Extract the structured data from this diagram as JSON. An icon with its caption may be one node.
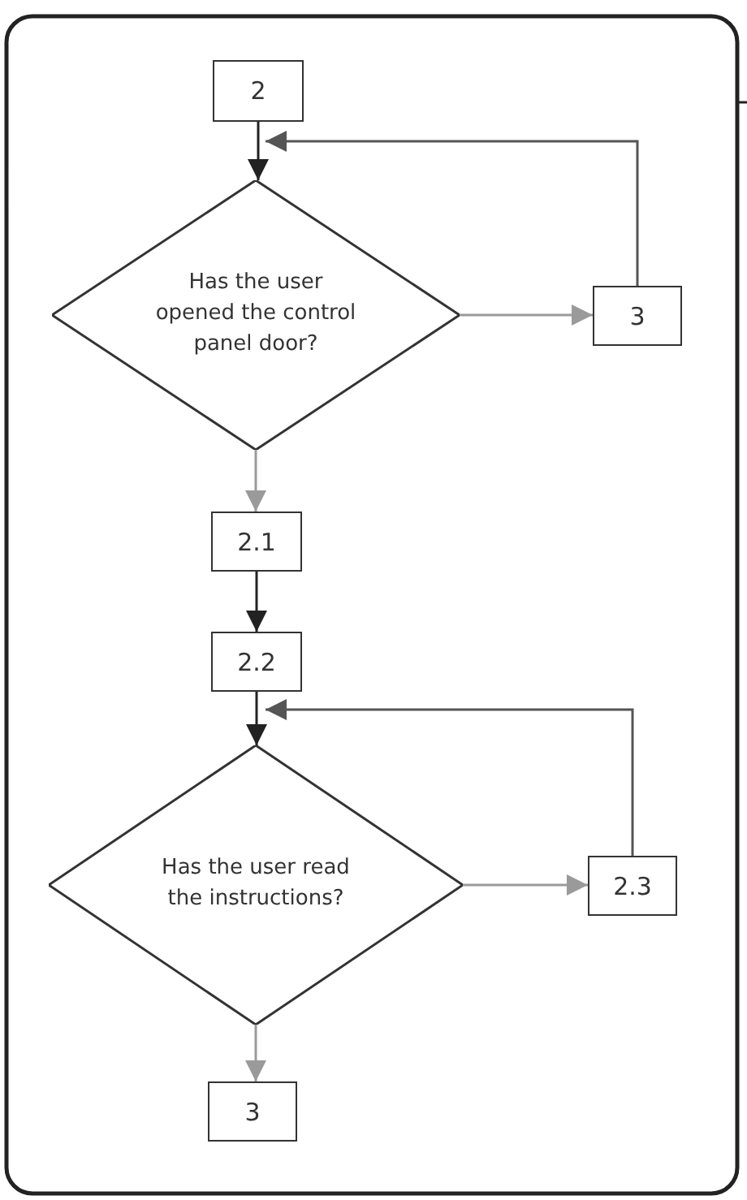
{
  "diagram": {
    "nodes": [
      {
        "text": [
          "2"
        ]
      },
      {
        "text": [
          "Has the user opened the control panel door?"
        ]
      },
      {
        "text": [
          "3"
        ]
      },
      {
        "text": [
          "2.1"
        ]
      },
      {
        "text": [
          "2.2"
        ]
      },
      {
        "text": [
          "Has the user read the instructions?"
        ]
      },
      {
        "text": [
          "2.3"
        ]
      },
      {
        "text": [
          "3"
        ]
      }
    ],
    "edges": [
      {
        "from": 0,
        "to": 1,
        "arrow": "to",
        "color": "#222222"
      },
      {
        "from": 1,
        "to": 2,
        "arrow": "to"
      },
      {
        "from": 2,
        "to": 1,
        "arrow": "to",
        "color": "#555555"
      },
      {
        "from": 1,
        "to": 3,
        "arrow": "to"
      },
      {
        "from": 3,
        "to": 4,
        "arrow": "to",
        "color": "#222222"
      },
      {
        "from": 4,
        "to": 5,
        "arrow": "to",
        "color": "#222222"
      },
      {
        "from": 5,
        "to": 6,
        "arrow": "to"
      },
      {
        "from": 6,
        "to": 5,
        "arrow": "to",
        "color": "#555555"
      },
      {
        "from": 5,
        "to": 7,
        "arrow": "to"
      }
    ]
  }
}
